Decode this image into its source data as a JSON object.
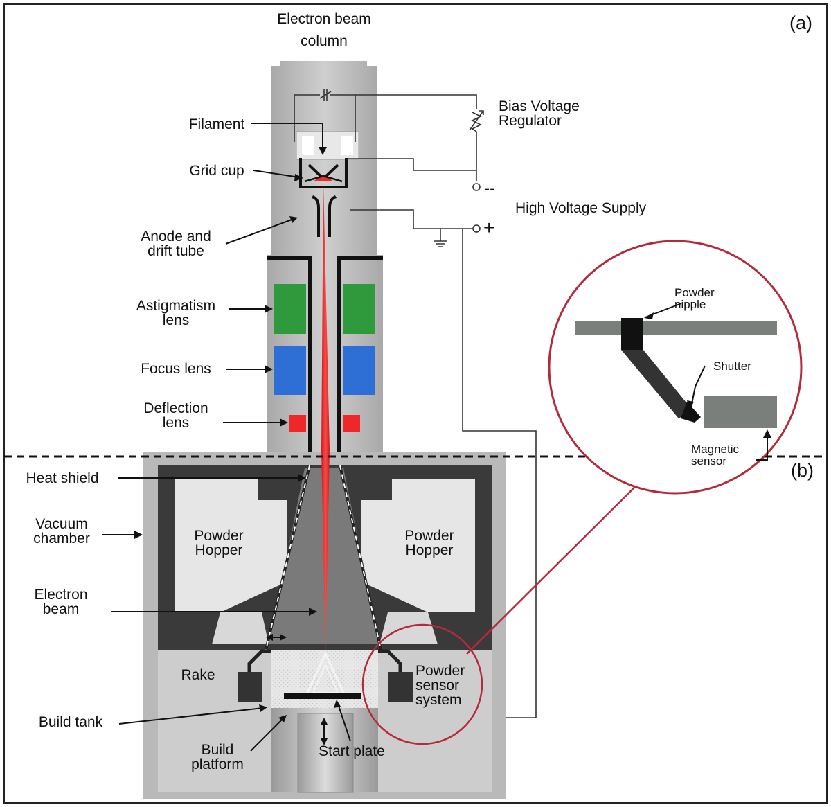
{
  "panel_labels": {
    "a": "(a)",
    "b": "(b)"
  },
  "labels": {
    "electron_beam_column": "Electron beam column",
    "bias_voltage_regulator": "Bias Voltage Regulator",
    "filament": "Filament",
    "grid_cup": "Grid cup",
    "high_voltage_supply": "High Voltage Supply",
    "anode_drift_tube": "Anode and drift tube",
    "astigmatism_lens": "Astigmatism lens",
    "focus_lens": "Focus lens",
    "deflection_lens": "Deflection lens",
    "heat_shield": "Heat shield",
    "vacuum_chamber": "Vacuum chamber",
    "powder_hopper_left": "Powder Hopper",
    "powder_hopper_right": "Powder Hopper",
    "electron_beam": "Electron beam",
    "rake": "Rake",
    "powder_sensor_system": "Powder sensor system",
    "build_tank": "Build tank",
    "build_platform": "Build platform",
    "start_plate": "Start plate",
    "powder_nipple": "Powder nipple",
    "shutter": "Shutter",
    "magnetic_sensor": "Magnetic sensor"
  },
  "supply_terminals": {
    "negative": "--",
    "positive": "+"
  },
  "colors": {
    "beam": "#e8262b",
    "astigmatism_lens": "#2f9a3c",
    "focus_lens": "#2e6fd6",
    "deflection_lens": "#ee2828",
    "callout_circle": "#b52a3a",
    "column_gray": "#bdbdbd",
    "dark_frame": "#3a3a3a"
  }
}
